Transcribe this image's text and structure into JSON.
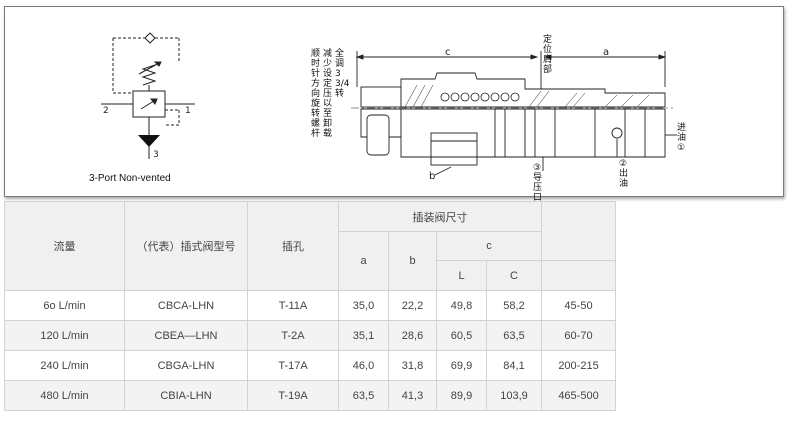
{
  "schematic": {
    "caption": "3-Port Non-vented",
    "port_labels": [
      "2",
      "1",
      "3"
    ]
  },
  "section": {
    "note_columns": [
      "顺时针方向旋转螺杆",
      "减少设定压以至卸载",
      "全调 3 3/4 转"
    ],
    "dim_c": "c",
    "dim_a": "a",
    "dim_b": "b",
    "positioning_shoulder": "定位肩部",
    "port3_label": "③ 导压口",
    "port2_label": "② 出油",
    "port1_label": "进油 ①"
  },
  "table": {
    "headers": {
      "flow": "流量",
      "model": "（代表）插式阀型号",
      "cavity": "插孔",
      "dims": "插装阀尺寸",
      "a": "a",
      "b": "b",
      "c": "c",
      "L": "L",
      "C": "C"
    },
    "rows": [
      {
        "flow": "6o L/min",
        "model": "CBCA-LHN",
        "cavity": "T-11A",
        "a": "35,0",
        "b": "22,2",
        "L": "49,8",
        "C": "58,2",
        "extra": "45-50"
      },
      {
        "flow": "120 L/min",
        "model": "CBEA—LHN",
        "cavity": "T-2A",
        "a": "35,1",
        "b": "28,6",
        "L": "60,5",
        "C": "63,5",
        "extra": "60-70"
      },
      {
        "flow": "240 L/min",
        "model": "CBGA-LHN",
        "cavity": "T-17A",
        "a": "46,0",
        "b": "31,8",
        "L": "69,9",
        "C": "84,1",
        "extra": "200-215"
      },
      {
        "flow": "480 L/min",
        "model": "CBIA-LHN",
        "cavity": "T-19A",
        "a": "63,5",
        "b": "41,3",
        "L": "89,9",
        "C": "103,9",
        "extra": "465-500"
      }
    ]
  }
}
